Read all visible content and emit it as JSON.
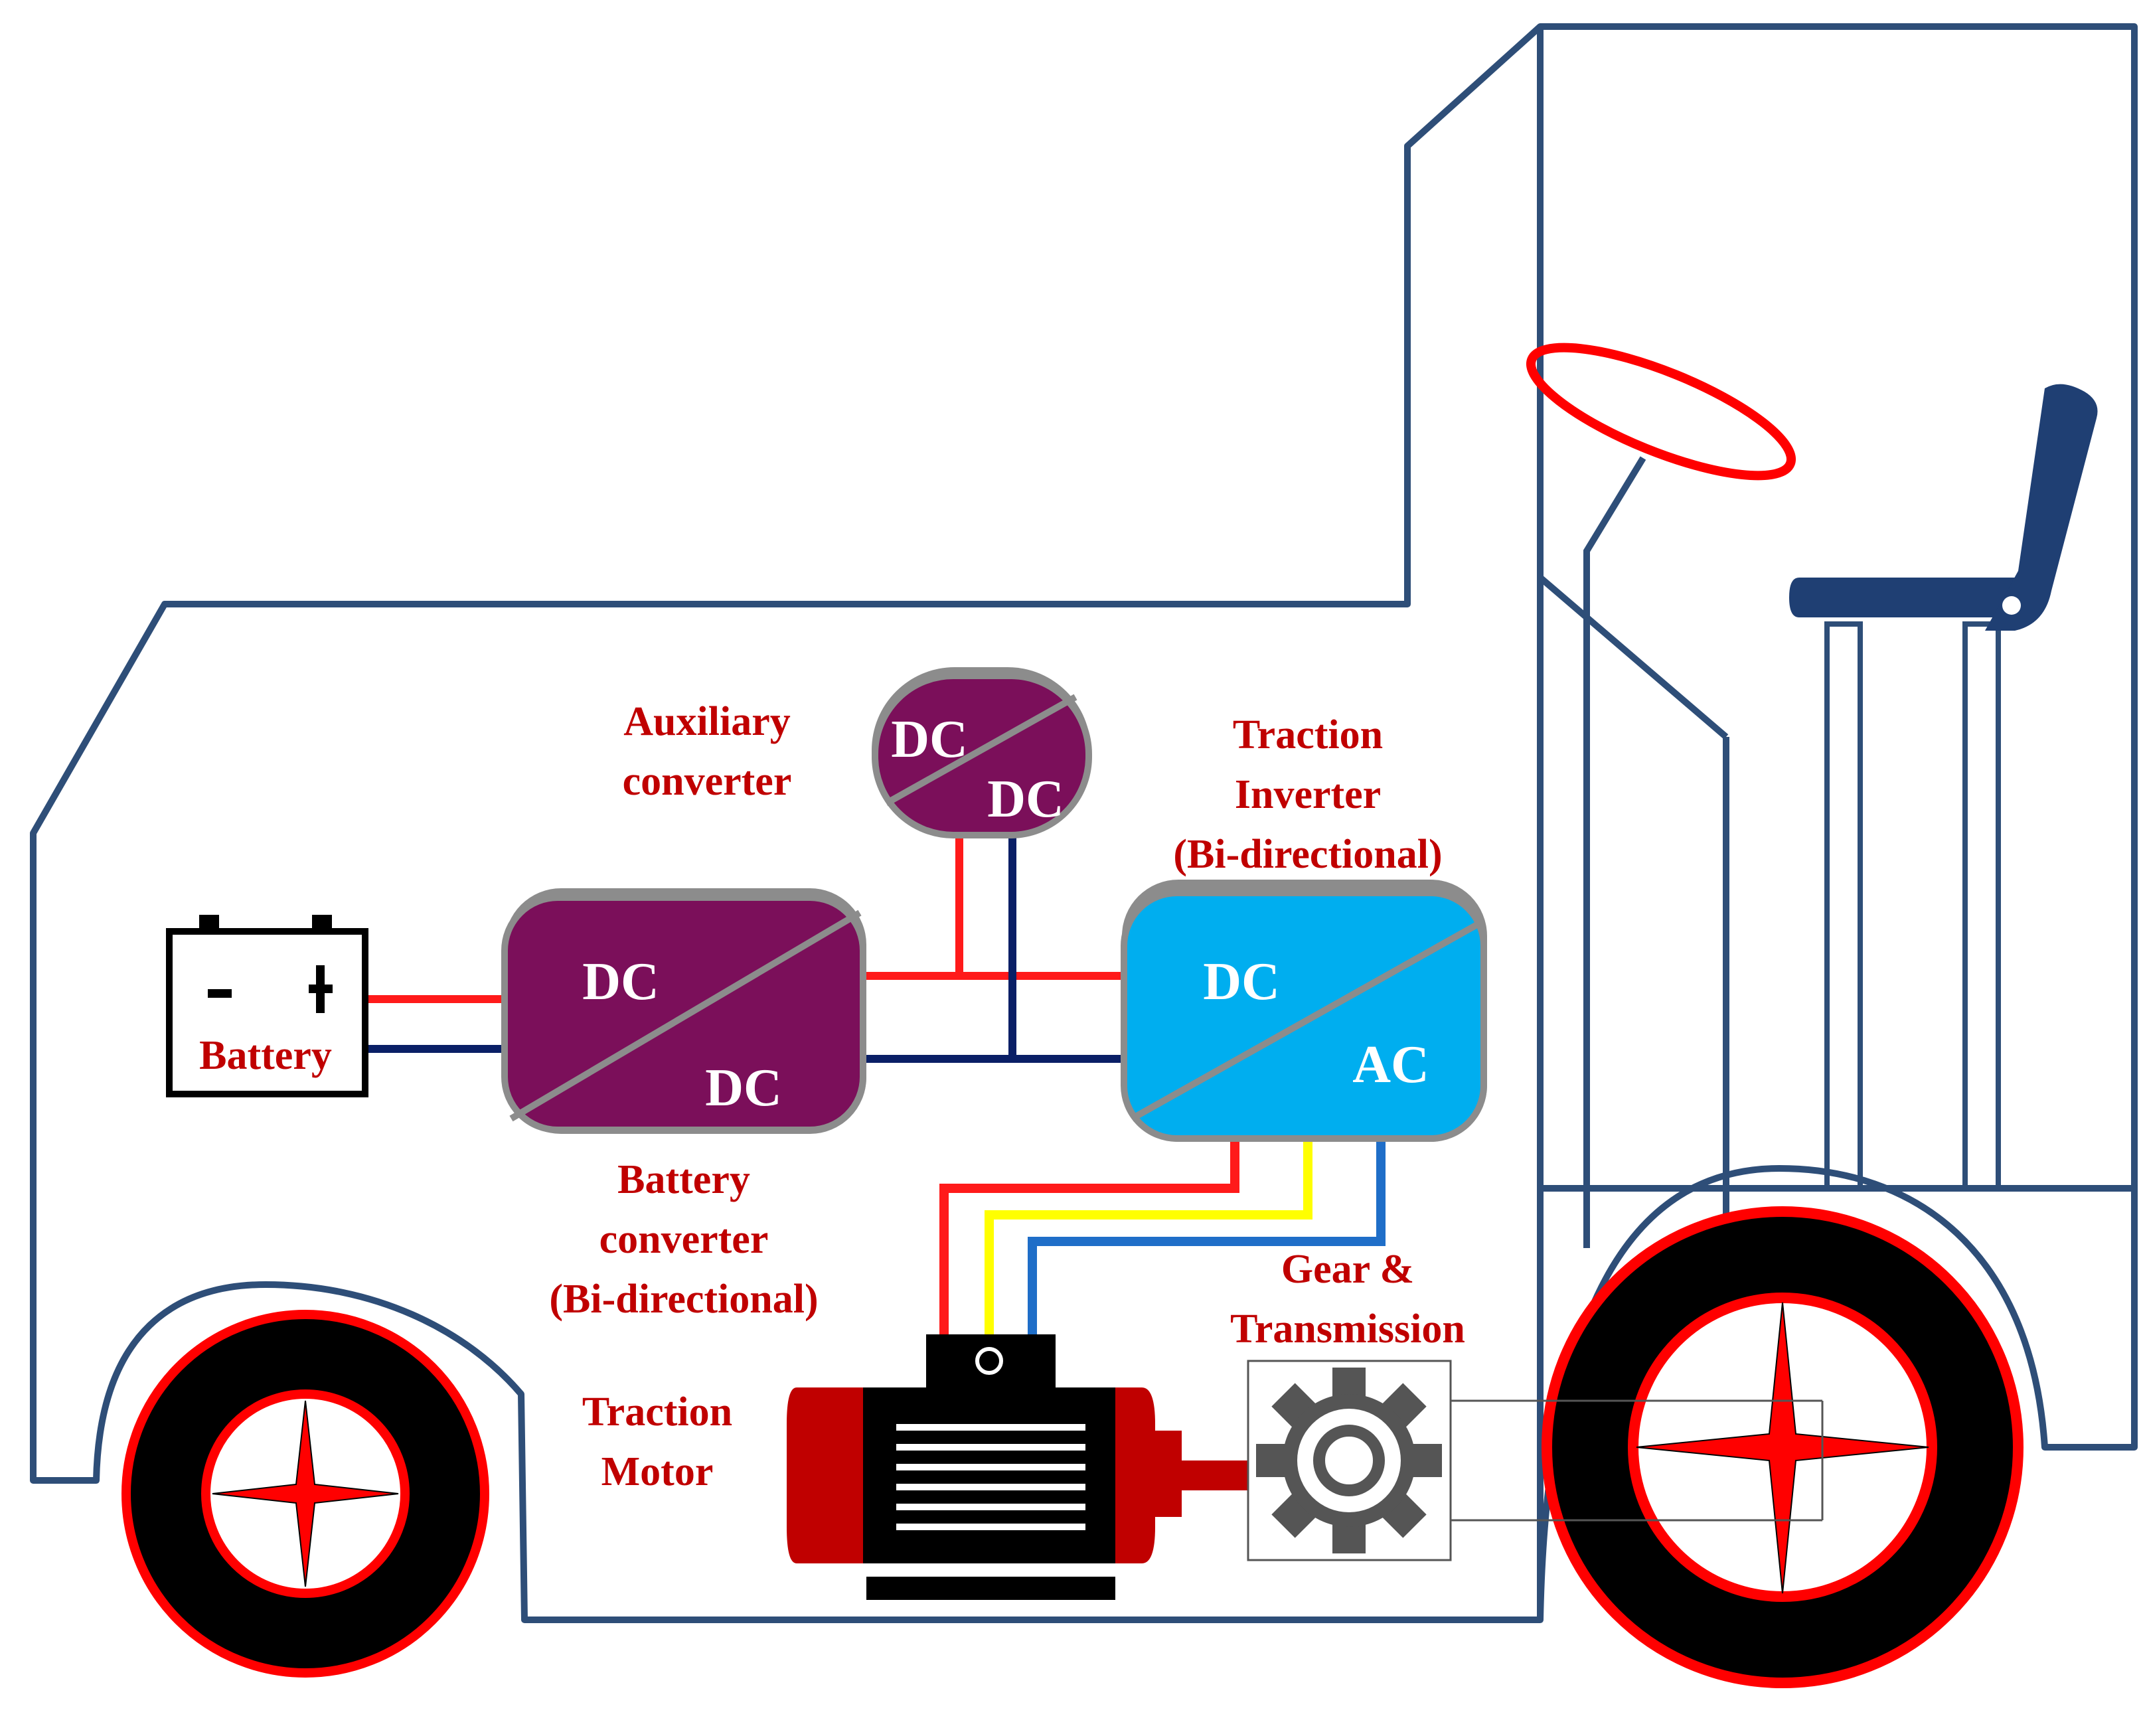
{
  "colors": {
    "outline": "#2e4e78",
    "label": "#c00000",
    "dc_dc_converter": "#7b0f5a",
    "inverter": "#00aeef",
    "positive_wire": "#ff1a1a",
    "negative_wire": "#0a1f66",
    "phase_a": "#ff1a1a",
    "phase_b": "#ffff00",
    "phase_c": "#1f6ec8",
    "tire": "#000000",
    "rim": "#ff0000",
    "motor_body": "#000000",
    "motor_ends": "#c00000",
    "gear": "#555555",
    "seat": "#1f3f73"
  },
  "labels": {
    "battery": "Battery",
    "battery_minus": "-",
    "battery_plus": "+",
    "auxiliary_converter": [
      "Auxiliary",
      "converter"
    ],
    "battery_converter": [
      "Battery",
      "converter",
      "(Bi-directional)"
    ],
    "traction_inverter": [
      "Traction",
      "Inverter",
      "(Bi-directional)"
    ],
    "traction_motor": [
      "Traction",
      "Motor"
    ],
    "gear_transmission": [
      "Gear &",
      "Transmission"
    ]
  },
  "converters": {
    "battery_converter": {
      "input": "DC",
      "output": "DC"
    },
    "auxiliary_converter": {
      "input": "DC",
      "output": "DC"
    },
    "traction_inverter": {
      "input": "DC",
      "output": "AC"
    }
  },
  "icons": [
    "battery-icon",
    "traction-motor-icon",
    "gear-icon",
    "steering-wheel-icon",
    "seat-icon",
    "front-wheel-icon",
    "rear-wheel-icon"
  ]
}
